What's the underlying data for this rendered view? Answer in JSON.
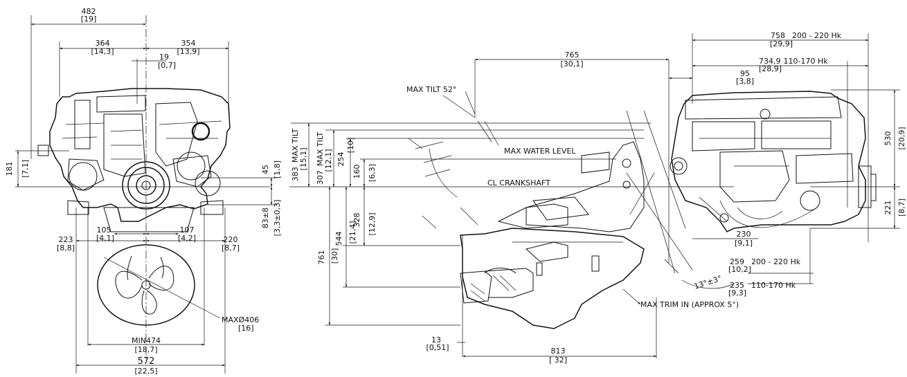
{
  "front_view": {
    "width_total": "482",
    "width_total_in": "[19]",
    "width_left": "364",
    "width_left_in": "[14,3]",
    "width_right": "354",
    "width_right_in": "[13,9]",
    "offset": "19",
    "offset_in": "[0,7]",
    "height_left": "181",
    "height_left_in": "[7,1]",
    "height_right": "45",
    "height_right_in": "[1,8]",
    "drop": "83±8",
    "drop_in": "[3,3±0,3]",
    "mount_inner_left": "105",
    "mount_inner_left_in": "[4,1]",
    "mount_inner_right": "107",
    "mount_inner_right_in": "[4,2]",
    "mount_outer_left": "223",
    "mount_outer_left_in": "[8,8]",
    "mount_outer_right": "220",
    "mount_outer_right_in": "[8,7]",
    "prop_max": "MAXØ406",
    "prop_max_in": "[16]",
    "min_width": "MIN474",
    "min_width_in": "[18,7]",
    "total_width": "572",
    "total_width_in": "[22,5]"
  },
  "side_view": {
    "tilt_len": "765",
    "tilt_len_in": "[30,1]",
    "max_tilt_angle": "MAX TILT 52°",
    "max_water_level": "MAX WATER LEVEL",
    "cl_crankshaft": "CL CRANKSHAFT",
    "v383": "383",
    "v383_label": "MAX TILT",
    "v383_in": "[15,1]",
    "v307": "307",
    "v307_label": "MAX TILT",
    "v307_in": "[12,1]",
    "v254": "254",
    "v254_in": "[10]",
    "v160": "160",
    "v160_in": "[6,3]",
    "v328": "328",
    "v328_in": "[12,9]",
    "v544": "544",
    "v544_in": "[21,4]",
    "v761": "761",
    "v761_in": "[30]",
    "h13": "13",
    "h13_in": "[0,51]",
    "h813": "813",
    "h813_in": "[ 32]",
    "trim_angle": "13°±3°",
    "max_trim_in": "MAX TRIM IN (APPROX 5°)",
    "len_758": "758",
    "len_758_range": "200 - 220 Hk",
    "len_758_in": "[29,9]",
    "len_734": "734,9",
    "len_734_range": "110-170 Hk",
    "len_734_in": "[28,9]",
    "len_95": "95",
    "len_95_in": "[3,8]",
    "h530": "530",
    "h530_in": "[20,9]",
    "h221": "221",
    "h221_in": "[8,7]",
    "len_230": "230",
    "len_230_in": "[9,1]",
    "len_259": "259",
    "len_259_range": "200 - 220 Hk",
    "len_259_in": "[10,2]",
    "len_235": "235",
    "len_235_range": "110-170 Hk",
    "len_235_in": "[9,3]"
  }
}
